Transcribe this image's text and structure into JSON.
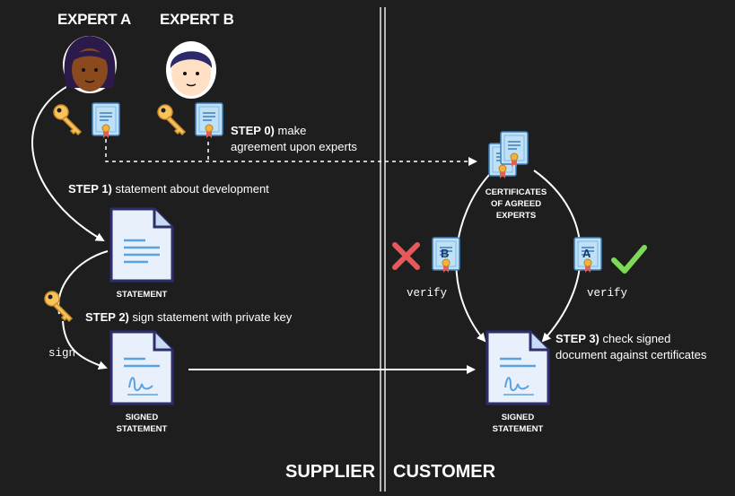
{
  "experts": {
    "a": "EXPERT A",
    "b": "EXPERT B"
  },
  "steps": {
    "s0_num": "STEP 0)",
    "s0_text1": "make",
    "s0_text2": "agreement upon experts",
    "s1_num": "STEP 1)",
    "s1_text": "statement about development",
    "s2_num": "STEP 2)",
    "s2_text": "sign statement with private key",
    "s3_num": "STEP 3)",
    "s3_text1": "check signed",
    "s3_text2": "document against certificates"
  },
  "captions": {
    "statement": "STATEMENT",
    "signed1": "SIGNED",
    "signed2": "STATEMENT",
    "cert1": "CERTIFICATES",
    "cert2": "OF AGREED",
    "cert3": "EXPERTS"
  },
  "edges": {
    "sign": "sign",
    "verify_left": "verify",
    "verify_right": "verify"
  },
  "badges": {
    "b": "B",
    "a": "A"
  },
  "sides": {
    "supplier": "SUPPLIER",
    "customer": "CUSTOMER"
  },
  "colors": {
    "background": "#1e1e1e",
    "doc_fill": "#e8f0fb",
    "doc_stroke": "#2e2e6e",
    "key": "#f7c35a",
    "cert": "#bfe1f7",
    "cross": "#e8585a",
    "check": "#7ed957"
  }
}
